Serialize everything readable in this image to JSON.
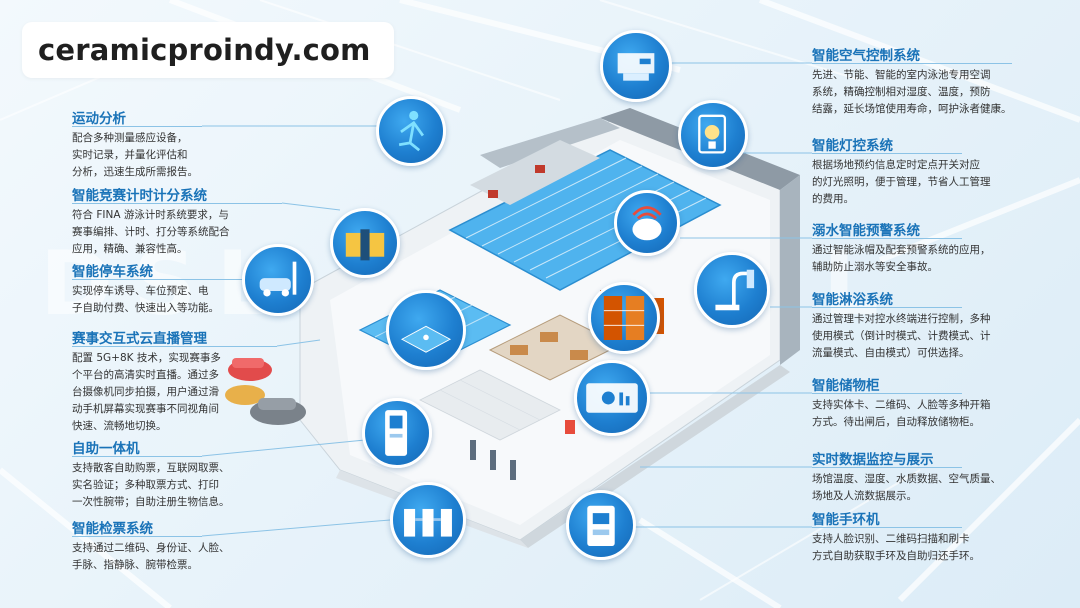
{
  "watermark": "ceramicproindy.com",
  "left_features": [
    {
      "title": "运动分析",
      "desc": "配合多种测量感应设备，\n实时记录，并量化评估和\n分析，迅速生成所需报告。"
    },
    {
      "title": "智能竞赛计时计分系统",
      "desc": "符合 FINA 游泳计时系统要求，与\n赛事编排、计时、打分等系统配合\n应用，精确、兼容性高。"
    },
    {
      "title": "智能停车系统",
      "desc": "实现停车诱导、车位预定、电\n子自助付费、快速出入等功能。"
    },
    {
      "title": "赛事交互式云直播管理",
      "desc": "配置 5G+8K 技术，实现赛事多\n个平台的高清实时直播。通过多\n台摄像机同步拍摄，用户通过滑\n动手机屏幕实现赛事不同视角间\n快速、流畅地切换。"
    },
    {
      "title": "自助一体机",
      "desc": "支持散客自助购票，互联网取票、\n实名验证；多种取票方式、打印\n一次性腕带；自助注册生物信息。"
    },
    {
      "title": "智能检票系统",
      "desc": "支持通过二维码、身份证、人脸、\n手脉、指静脉、腕带检票。"
    }
  ],
  "right_features": [
    {
      "title": "智能空气控制系统",
      "desc": "先进、节能、智能的室内泳池专用空调\n系统，精确控制相对湿度、温度，预防\n结露，延长场馆使用寿命，呵护泳者健康。"
    },
    {
      "title": "智能灯控系统",
      "desc": "根据场地预约信息定时定点开关对应\n的灯光照明，便于管理，节省人工管理\n的费用。"
    },
    {
      "title": "溺水智能预警系统",
      "desc": "通过智能泳帽及配套预警系统的应用，\n辅助防止溺水等安全事故。"
    },
    {
      "title": "智能淋浴系统",
      "desc": "通过管理卡对控水终端进行控制，多种\n使用模式（倒计时模式、计费模式、计\n流量模式、自由模式）可供选择。"
    },
    {
      "title": "智能储物柜",
      "desc": "支持实体卡、二维码、人脸等多种开箱\n方式。待出闸后，自动释放储物柜。"
    },
    {
      "title": "实时数据监控与展示",
      "desc": "场馆温度、湿度、水质数据、空气质量、\n场地及人流数据展示。"
    },
    {
      "title": "智能手环机",
      "desc": "支持人脸识别、二维码扫描和刷卡\n方式自助获取手环及自助归还手环。"
    }
  ],
  "colors": {
    "accent": "#1a73b8",
    "node": "#1e7fd0",
    "pool": "#4fb3ee"
  },
  "node_icons": [
    "air-unit-icon",
    "lighting-icon",
    "drowning-alert-icon",
    "shower-icon",
    "locker-icon",
    "data-dashboard-icon",
    "wristband-kiosk-icon",
    "motion-analysis-icon",
    "timing-scoring-icon",
    "parking-icon",
    "live-broadcast-icon",
    "self-service-kiosk-icon",
    "ticket-gate-icon"
  ]
}
